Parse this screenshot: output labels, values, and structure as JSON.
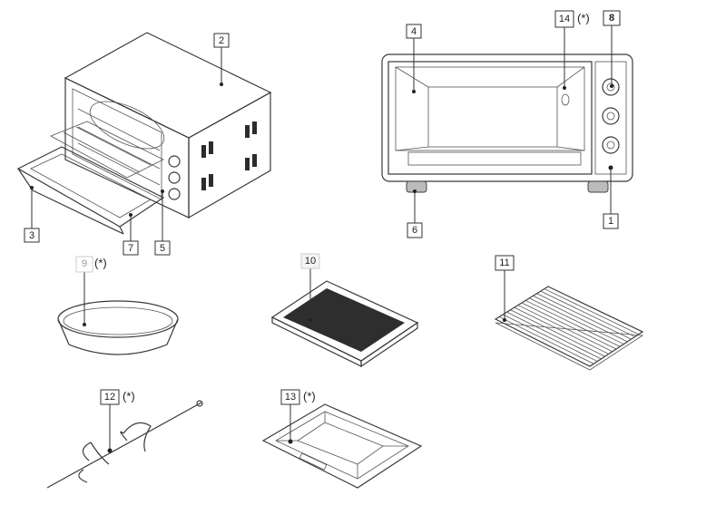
{
  "labels": {
    "l1": "1",
    "l2": "2",
    "l3": "3",
    "l4": "4",
    "l5": "5",
    "l6": "6",
    "l7": "7",
    "l8": "8",
    "l9": "9",
    "l10": "10",
    "l11": "11",
    "l12": "12",
    "l13": "13",
    "l14": "14"
  },
  "optional_marker": "(*)",
  "optional_parts": [
    "9",
    "12",
    "13",
    "14"
  ],
  "colors": {
    "line": "#3a3a3a",
    "box_border": "#333333",
    "dark_fill": "#2c2c2c"
  }
}
